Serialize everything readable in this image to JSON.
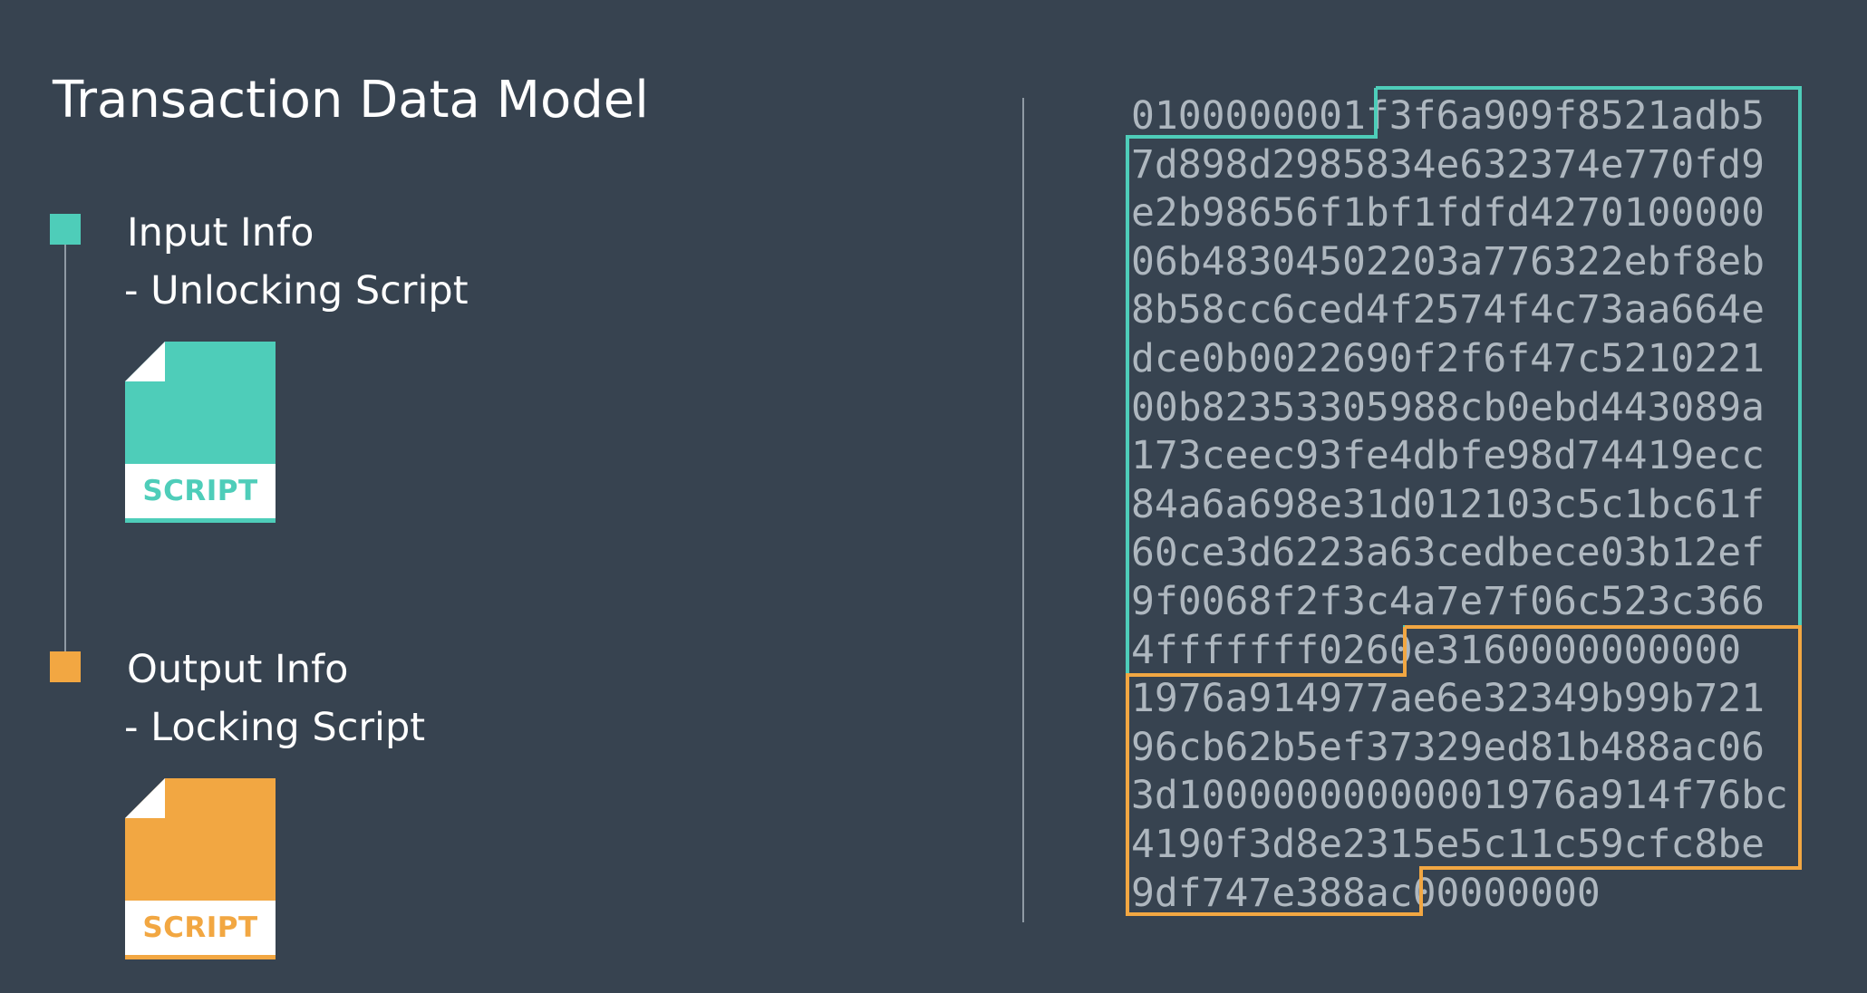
{
  "title": "Transaction Data Model",
  "input": {
    "heading": "Input Info",
    "subheading": "- Unlocking Script",
    "file_label": "SCRIPT",
    "color": "#4ecdb9",
    "icon": "document-icon"
  },
  "output": {
    "heading": "Output Info",
    "subheading": "- Locking Script",
    "file_label": "SCRIPT",
    "color": "#f2a742",
    "icon": "document-icon"
  },
  "hex_lines": [
    "0100000001f3f6a909f8521adb5",
    "7d898d2985834e632374e770fd9",
    "e2b98656f1bf1fdfd4270100000",
    "06b48304502203a776322ebf8eb",
    "8b58cc6ced4f2574f4c73aa664e",
    "dce0b0022690f2f6f47c5210221",
    "00b82353305988cb0ebd443089a",
    "173ceec93fe4dbfe98d74419ecc",
    "84a6a698e31d012103c5c1bc61f",
    "60ce3d6223a63cedbece03b12ef",
    "9f0068f2f3c4a7e7f06c523c366",
    "4fffffff0260e3160000000000",
    "1976a914977ae6e32349b99b721",
    "96cb62b5ef37329ed81b488ac06",
    "3d10000000000001976a914f76bc",
    "4190f3d8e2315e5c11c59cfc8be",
    "9df747e388ac00000000"
  ]
}
